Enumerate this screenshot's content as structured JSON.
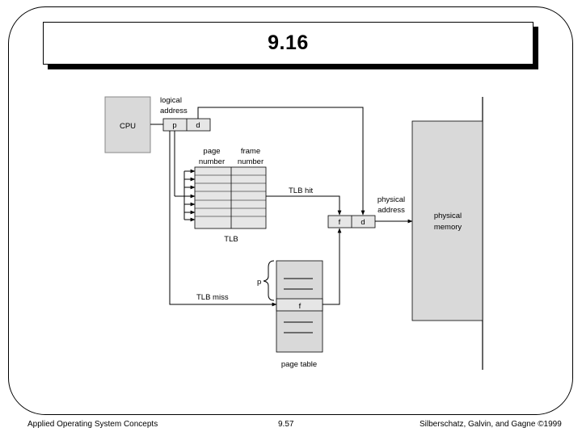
{
  "slide": {
    "title": "9.16"
  },
  "diagram": {
    "cpu": "CPU",
    "logical_address": [
      "logical",
      "address"
    ],
    "p": "p",
    "d": "d",
    "page_number": [
      "page",
      "number"
    ],
    "frame_number": [
      "frame",
      "number"
    ],
    "tlb": "TLB",
    "tlb_hit": "TLB hit",
    "tlb_miss": "TLB miss",
    "physical_address": [
      "physical",
      "address"
    ],
    "physical_memory": [
      "physical",
      "memory"
    ],
    "f": "f",
    "page_table": "page table"
  },
  "footer": {
    "left": "Applied Operating System Concepts",
    "center": "9.57",
    "right": "Silberschatz, Galvin, and Gagne ©1999"
  }
}
